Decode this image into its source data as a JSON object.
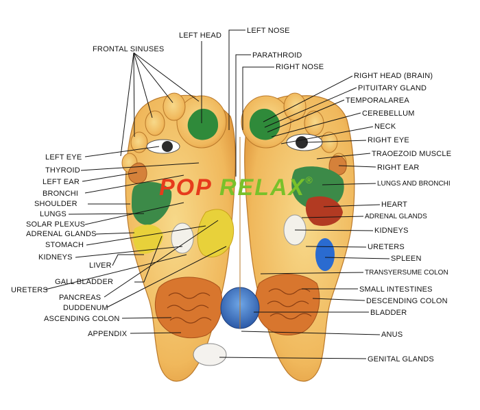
{
  "brand": {
    "word1": "POP",
    "word2": "RELAX",
    "mark": "®"
  },
  "colors": {
    "skin": "#f2c26a",
    "skin_edge": "#c98a2c",
    "head_green": "#2f8a3a",
    "lung_green": "#3c8a48",
    "liver_yellow": "#e8d13a",
    "kidney_white": "#f3f1ea",
    "spleen_blue": "#2a6bd0",
    "bladder_blue": "#3a6fc4",
    "intestine_orange": "#d8762e",
    "heart_red": "#b23a22",
    "logo_red": "#e63b1c",
    "logo_green": "#79c12a"
  },
  "labels_left": {
    "frontal_sinuses": "FRONTAL SINUSES",
    "left_head": "LEFT HEAD",
    "left_eye": "LEFT EYE",
    "thyroid": "THYROID",
    "left_ear": "LEFT EAR",
    "bronchi": "BRONCHI",
    "shoulder": "SHOULDER",
    "lungs": "LUNGS",
    "solar_plexus": "SOLAR PLEXUS",
    "adrenal_glands": "ADRENAL GLANDS",
    "stomach": "STOMACH",
    "kidneys": "KIDNEYS",
    "liver": "LIVER",
    "gall_bladder": "GALL BLADDER",
    "ureters": "URETERS",
    "pancreas": "PANCREAS",
    "duodenum": "DUDDENUM",
    "ascending_colon": "ASCENDING COLON",
    "appendix": "APPENDIX"
  },
  "labels_right": {
    "left_nose": "LEFT NOSE",
    "parathroid": "PARATHROID",
    "right_nose": "RIGHT NOSE",
    "right_head": "RIGHT HEAD (BRAIN)",
    "pituitary_gland": "PITUITARY GLAND",
    "temporal_area": "TEMPORALAREA",
    "cerebellum": "CEREBELLUM",
    "neck": "NECK",
    "right_eye": "RIGHT EYE",
    "trapezoid_muscle": "TRAOEZOID MUSCLE",
    "right_ear": "RIGHT EAR",
    "lungs_and_bronchi": "LUNGS AND BRONCHI",
    "heart": "HEART",
    "adrenal_glands": "ADRENAL GLANDS",
    "kidneys": "KIDNEYS",
    "ureters": "URETERS",
    "spleen": "SPLEEN",
    "transverse_colon": "TRANSYERSUME COLON",
    "small_intestines": "SMALL  INTESTINES",
    "descending_colon": "DESCENDING COLON",
    "bladder": "BLADDER",
    "anus": "ANUS",
    "genital_glands": "GENITAL GLANDS"
  }
}
